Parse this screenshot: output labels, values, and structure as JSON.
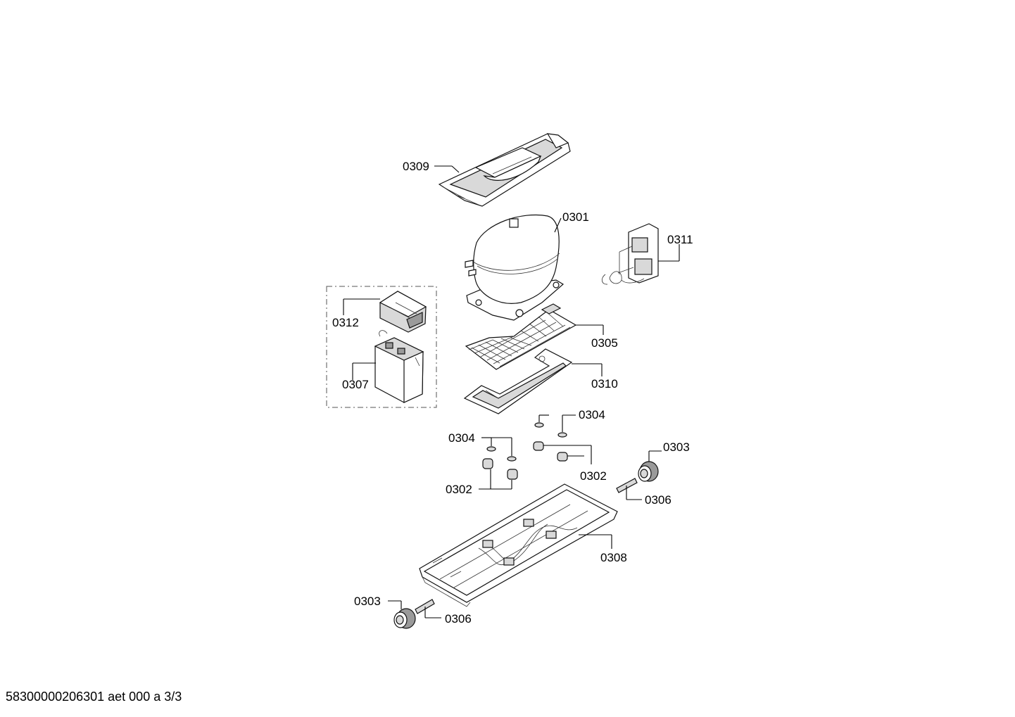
{
  "labels": {
    "l0309": "0309",
    "l0301": "0301",
    "l0311": "0311",
    "l0312": "0312",
    "l0305": "0305",
    "l0307": "0307",
    "l0310": "0310",
    "l0304a": "0304",
    "l0304b": "0304",
    "l0303a": "0303",
    "l0302a": "0302",
    "l0302b": "0302",
    "l0306a": "0306",
    "l0308": "0308",
    "l0303b": "0303",
    "l0306b": "0306"
  },
  "footer": "58300000206301 aet 000 a 3/3"
}
